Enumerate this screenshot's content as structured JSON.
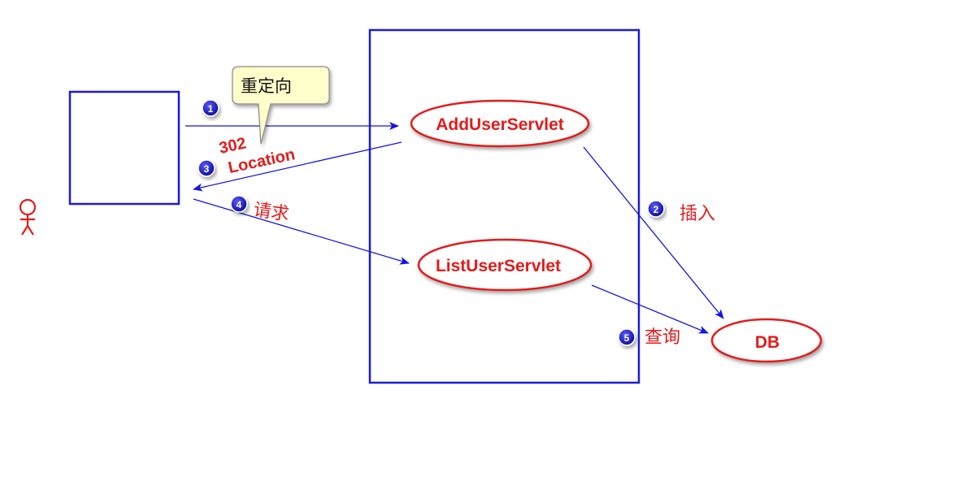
{
  "colors": {
    "box": "#1a1adc",
    "arrow": "#1515e0",
    "ellipse": "#e31b1b",
    "label": "#e31b1b",
    "callout_fill": "#ffffcc",
    "callout_border": "#888888",
    "badge_fill": "#1515b5"
  },
  "nodes": {
    "add_servlet": "AddUserServlet",
    "list_servlet": "ListUserServlet",
    "db": "DB"
  },
  "callout": {
    "text": "重定向"
  },
  "redirect_label": {
    "line1": "302",
    "line2": "Location"
  },
  "steps": [
    {
      "number": "1",
      "label": ""
    },
    {
      "number": "2",
      "label": "插入"
    },
    {
      "number": "3",
      "label": ""
    },
    {
      "number": "4",
      "label": "请求"
    },
    {
      "number": "5",
      "label": "查询"
    }
  ],
  "icons": {
    "user": "stick-figure-user-icon"
  }
}
